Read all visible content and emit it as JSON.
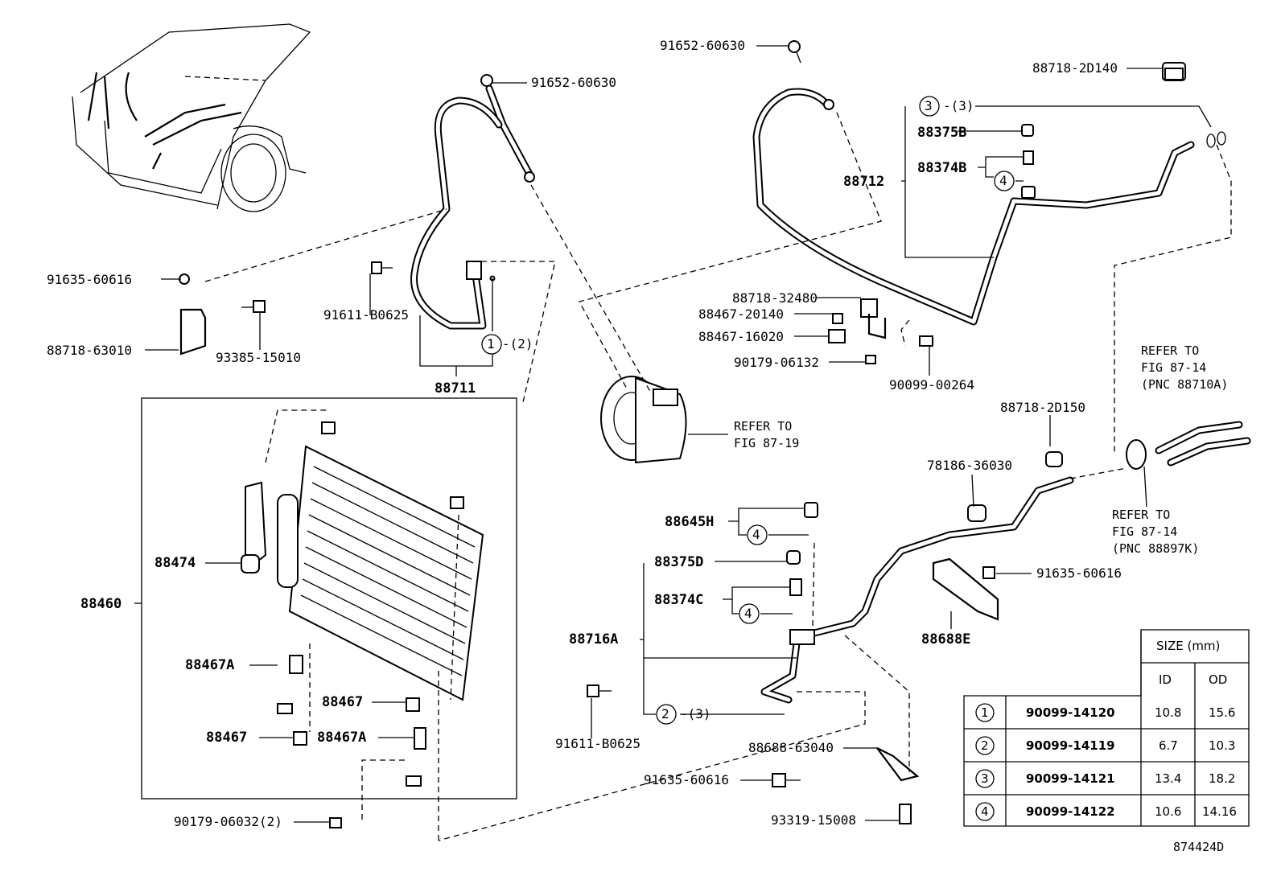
{
  "labels": {
    "l01": "91635-60616",
    "l02": "88718-63010",
    "l03": "93385-15010",
    "l04": "91611-B0625",
    "l05": "91652-60630",
    "l06": "88711",
    "l07": "REFER TO",
    "l08": "FIG 87-19",
    "l09": "91652-60630",
    "l10": "88718-2D140",
    "l11": "-(3)",
    "l12": "88375B",
    "l13": "88374B",
    "l14": "88712",
    "l15": "88718-32480",
    "l16": "88467-20140",
    "l17": "88467-16020",
    "l18": "90179-06132",
    "l19": "90099-00264",
    "l20": "REFER TO",
    "l21": "FIG 87-14",
    "l22": "(PNC 88710A)",
    "l23": "88718-2D150",
    "l24": "78186-36030",
    "l25": "REFER TO",
    "l26": "FIG 87-14",
    "l27": "(PNC 88897K)",
    "l28": "88645H",
    "l29": "88375D",
    "l30": "88374C",
    "l31": "88716A",
    "l32": "-(3)",
    "l33": "91611-B0625",
    "l34": "91635-60616",
    "l35": "88688E",
    "l36": "88688-63040",
    "l37": "91635-60616",
    "l38": "93319-15008",
    "l39": "88474",
    "l40": "88460",
    "l41": "88467A",
    "l42": "88467",
    "l43": "88467",
    "l44": "88467A",
    "l45": "90179-06032(2)",
    "l46": "874424D"
  },
  "callouts": {
    "c1": "1",
    "c1_qty": "-(2)",
    "c2": "2",
    "c3": "3",
    "c4": "4"
  },
  "table": {
    "header_size": "SIZE (mm)",
    "header_id": "ID",
    "header_od": "OD",
    "rows": [
      {
        "no": "1",
        "part": "90099-14120",
        "id": "10.8",
        "od": "15.6"
      },
      {
        "no": "2",
        "part": "90099-14119",
        "id": "6.7",
        "od": "10.3"
      },
      {
        "no": "3",
        "part": "90099-14121",
        "id": "13.4",
        "od": "18.2"
      },
      {
        "no": "4",
        "part": "90099-14122",
        "id": "10.6",
        "od": "14.16"
      }
    ]
  }
}
